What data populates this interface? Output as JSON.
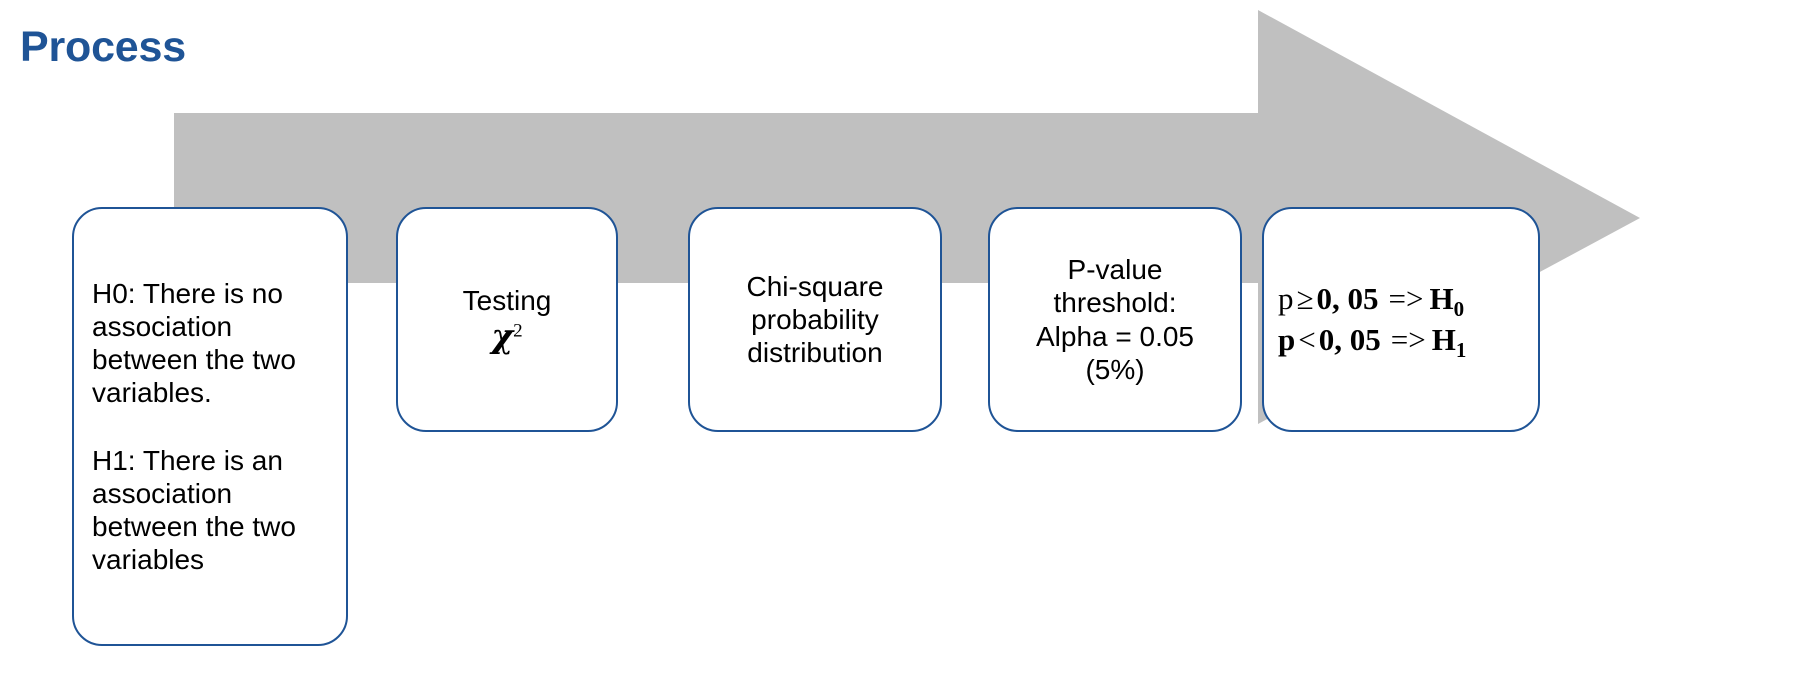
{
  "page": {
    "title": "Process",
    "title_color": "#1F5496",
    "background": "#ffffff"
  },
  "arrow": {
    "name": "process-arrow",
    "fill": "#C0C0C0",
    "direction": "right"
  },
  "steps": [
    {
      "id": "step-1",
      "name": "step-box-hypotheses",
      "align": "left",
      "lines": [
        "H0: There is no",
        "association",
        "between the two",
        "variables.",
        "",
        "H1: There is an",
        "association",
        "between the two",
        "variables"
      ]
    },
    {
      "id": "step-2",
      "name": "step-box-testing",
      "align": "center",
      "lines": [
        "Testing"
      ],
      "symbol": "χ",
      "symbol_exponent": "2"
    },
    {
      "id": "step-3",
      "name": "step-box-distribution",
      "align": "center",
      "lines": [
        "Chi-square",
        "probability",
        "distribution"
      ]
    },
    {
      "id": "step-4",
      "name": "step-box-pvalue-threshold",
      "align": "center",
      "lines": [
        "P-value",
        "threshold:",
        "Alpha = 0.05",
        "(5%)"
      ]
    },
    {
      "id": "step-5",
      "name": "step-box-decision-rule",
      "align": "center",
      "decision_rules": [
        {
          "variable": "p",
          "variable_bold": false,
          "operator": "≥",
          "value": "0, 05",
          "implies": "=>",
          "hypothesis": "H",
          "hypothesis_sub": "0"
        },
        {
          "variable": "p",
          "variable_bold": true,
          "operator": "<",
          "value": "0, 05",
          "implies": "=>",
          "hypothesis": "H",
          "hypothesis_sub": "1"
        }
      ]
    }
  ],
  "colors": {
    "box_border": "#1F5496",
    "box_fill": "#FFFFFF",
    "arrow_fill": "#C0C0C0",
    "text": "#000000",
    "accent": "#1F5496"
  }
}
